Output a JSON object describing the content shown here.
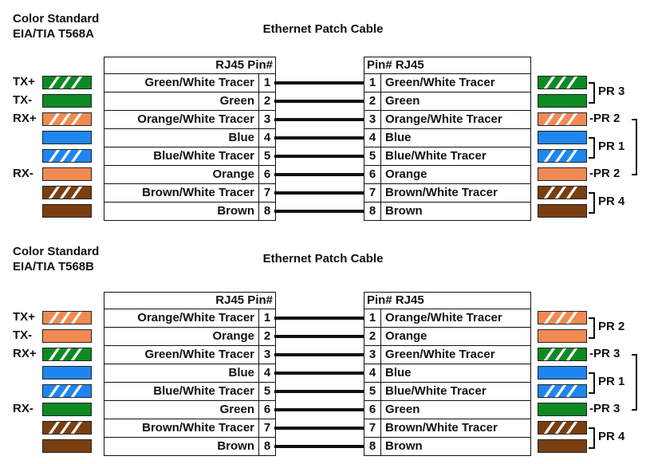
{
  "colors": {
    "green": "#0e8a23",
    "orange": "#f08a52",
    "blue": "#1f86f0",
    "brown": "#7a3e10"
  },
  "panels": [
    {
      "standard_line1": "Color  Standard",
      "standard_line2": "EIA/TIA T568A",
      "title": "Ethernet Patch Cable",
      "left_header": "RJ45  Pin#",
      "right_header": "Pin#  RJ45",
      "signals": [
        "TX+",
        "TX-",
        "RX+",
        "",
        "",
        "RX-",
        "",
        ""
      ],
      "pins": [
        {
          "pin": "1",
          "name": "Green/White Tracer",
          "color": "green",
          "striped": true
        },
        {
          "pin": "2",
          "name": "Green",
          "color": "green",
          "striped": false
        },
        {
          "pin": "3",
          "name": "Orange/White Tracer",
          "color": "orange",
          "striped": true
        },
        {
          "pin": "4",
          "name": "Blue",
          "color": "blue",
          "striped": false
        },
        {
          "pin": "5",
          "name": "Blue/White Tracer",
          "color": "blue",
          "striped": true
        },
        {
          "pin": "6",
          "name": "Orange",
          "color": "orange",
          "striped": false
        },
        {
          "pin": "7",
          "name": "Brown/White Tracer",
          "color": "brown",
          "striped": true
        },
        {
          "pin": "8",
          "name": "Brown",
          "color": "brown",
          "striped": false
        }
      ],
      "pairs": [
        "PR 3",
        "PR 2",
        "PR 1",
        "PR 2",
        "PR 4"
      ]
    },
    {
      "standard_line1": "Color  Standard",
      "standard_line2": "EIA/TIA T568B",
      "title": "Ethernet Patch Cable",
      "left_header": "RJ45  Pin#",
      "right_header": "Pin#  RJ45",
      "signals": [
        "TX+",
        "TX-",
        "RX+",
        "",
        "",
        "RX-",
        "",
        ""
      ],
      "pins": [
        {
          "pin": "1",
          "name": "Orange/White Tracer",
          "color": "orange",
          "striped": true
        },
        {
          "pin": "2",
          "name": "Orange",
          "color": "orange",
          "striped": false
        },
        {
          "pin": "3",
          "name": "Green/White Tracer",
          "color": "green",
          "striped": true
        },
        {
          "pin": "4",
          "name": "Blue",
          "color": "blue",
          "striped": false
        },
        {
          "pin": "5",
          "name": "Blue/White Tracer",
          "color": "blue",
          "striped": true
        },
        {
          "pin": "6",
          "name": "Green",
          "color": "green",
          "striped": false
        },
        {
          "pin": "7",
          "name": "Brown/White Tracer",
          "color": "brown",
          "striped": true
        },
        {
          "pin": "8",
          "name": "Brown",
          "color": "brown",
          "striped": false
        }
      ],
      "pairs": [
        "PR 2",
        "PR 3",
        "PR 1",
        "PR 3",
        "PR 4"
      ]
    }
  ]
}
